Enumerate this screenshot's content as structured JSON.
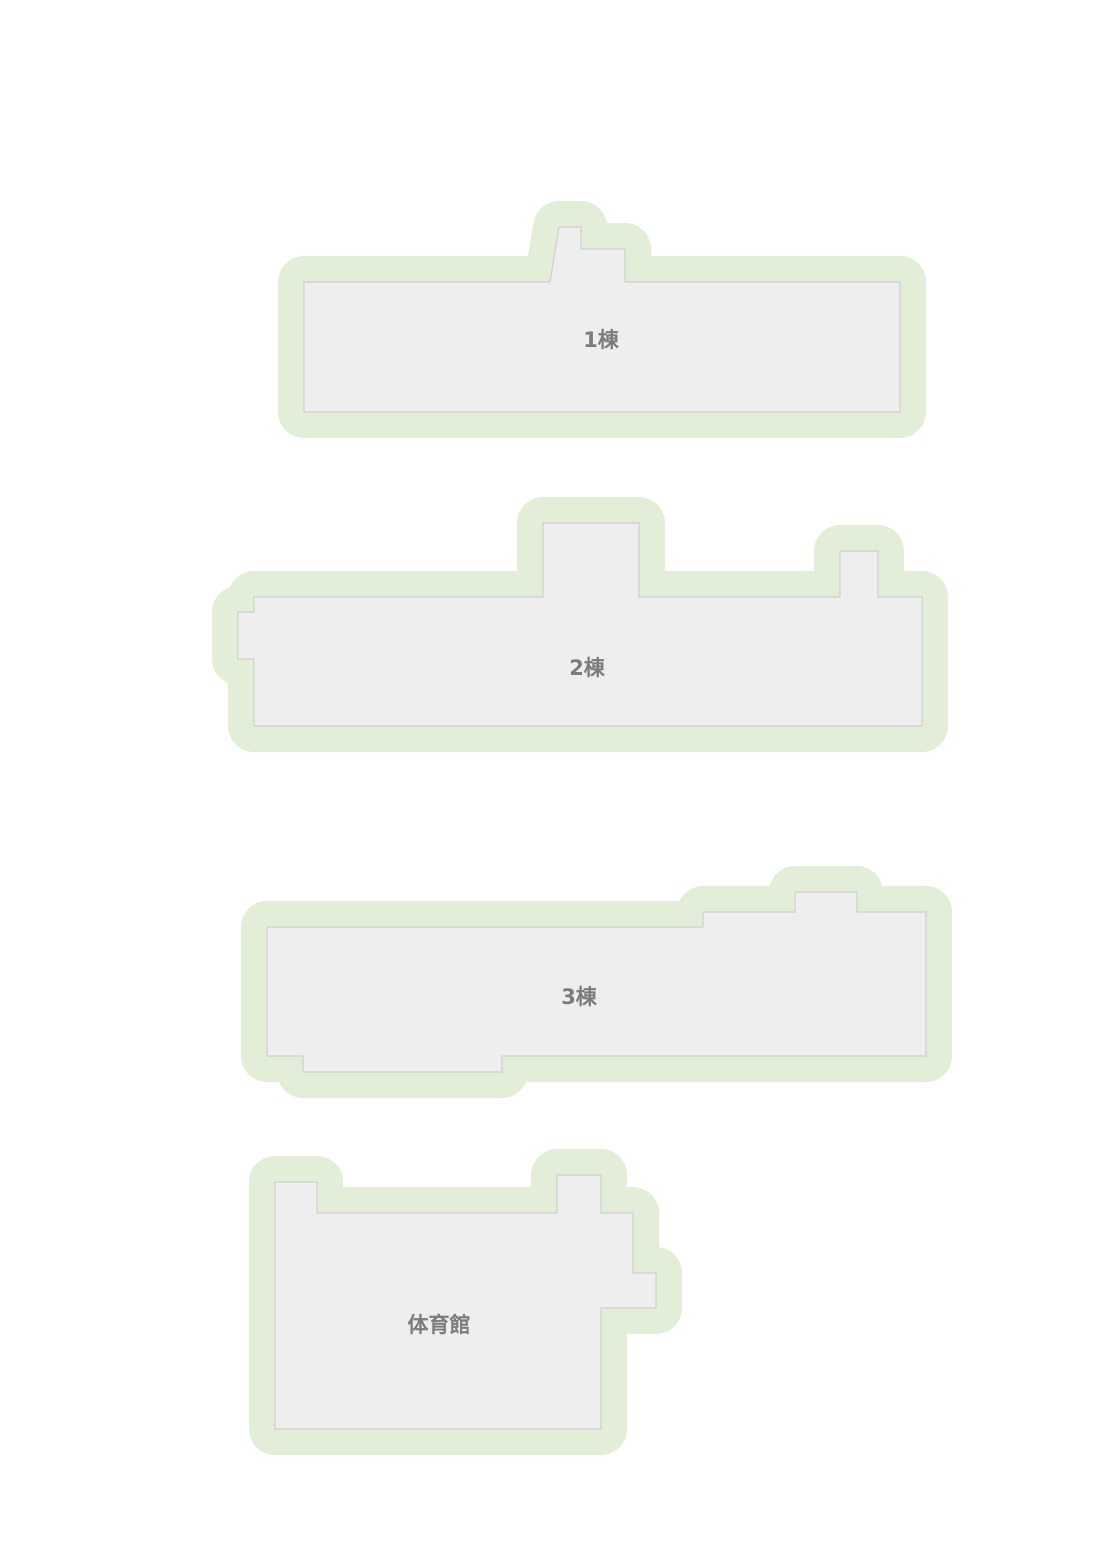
{
  "buildings": [
    {
      "id": "building-1",
      "name": "1棟"
    },
    {
      "id": "building-2",
      "name": "2棟"
    },
    {
      "id": "building-3",
      "name": "3棟"
    },
    {
      "id": "gymnasium",
      "name": "体育館"
    }
  ],
  "colors": {
    "outline_halo": "#e2eed8",
    "floor_fill": "#eeeeee",
    "floor_stroke": "#cfcfcf",
    "label_text": "#7c7c7c",
    "background": "#ffffff"
  }
}
